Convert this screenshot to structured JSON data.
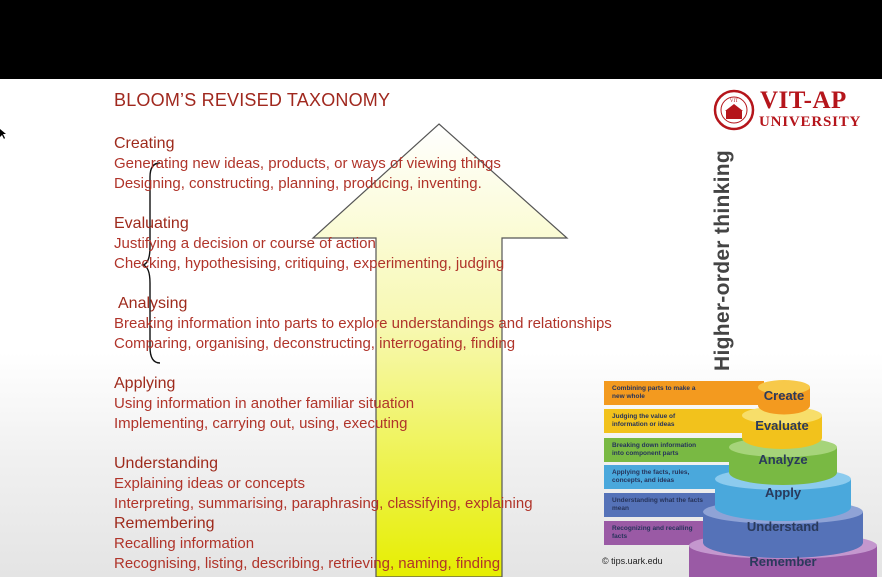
{
  "title": "BLOOM’S REVISED TAXONOMY",
  "logo": {
    "line1": "VIT-AP",
    "line2": "UNIVERSITY",
    "seal_text": "VIT"
  },
  "side_label": "Higher-order thinking",
  "levels": [
    {
      "heading": "Creating",
      "lines": [
        "Generating new ideas, products, or ways of viewing things",
        "Designing, constructing, planning, producing, inventing."
      ]
    },
    {
      "heading": "Evaluating",
      "lines": [
        "Justifying a decision or course of action",
        "Checking, hypothesising, critiquing, experimenting, judging"
      ]
    },
    {
      "heading": "Analysing",
      "lines": [
        "Breaking information into parts to explore understandings and relationships",
        "Comparing, organising, deconstructing, interrogating, finding"
      ]
    },
    {
      "heading": "Applying",
      "lines": [
        "Using information in another familiar situation",
        "Implementing, carrying out, using, executing"
      ]
    },
    {
      "heading": "Understanding",
      "lines": [
        "Explaining ideas or concepts",
        "Interpreting, summarising, paraphrasing, classifying, explaining"
      ]
    },
    {
      "heading": "Remembering",
      "lines": [
        "Recalling information",
        "Recognising, listing, describing, retrieving, naming, finding"
      ]
    }
  ],
  "pyramid": [
    {
      "label": "Create",
      "desc": "Combining parts to make a new whole",
      "color": "#f39a1f",
      "cap": "#f7c94a"
    },
    {
      "label": "Evaluate",
      "desc": "Judging the value of information or ideas",
      "color": "#f2c21c",
      "cap": "#f7de6a"
    },
    {
      "label": "Analyze",
      "desc": "Breaking down information into component parts",
      "color": "#79b943",
      "cap": "#a6d47a"
    },
    {
      "label": "Apply",
      "desc": "Applying the facts, rules, concepts, and ideas",
      "color": "#4aa8dc",
      "cap": "#8ccbee"
    },
    {
      "label": "Understand",
      "desc": "Understanding what the facts mean",
      "color": "#5572b8",
      "cap": "#8fa3d6"
    },
    {
      "label": "Remember",
      "desc": "Recognizing and recalling facts",
      "color": "#9a5aa5",
      "cap": "#c497ce"
    }
  ],
  "credit": "tips.uark.edu",
  "colors": {
    "title": "#a0281e",
    "body_text": "#b0342a",
    "arrow_fill_top": "#ffffff",
    "arrow_fill_bottom": "#e8ef00"
  }
}
